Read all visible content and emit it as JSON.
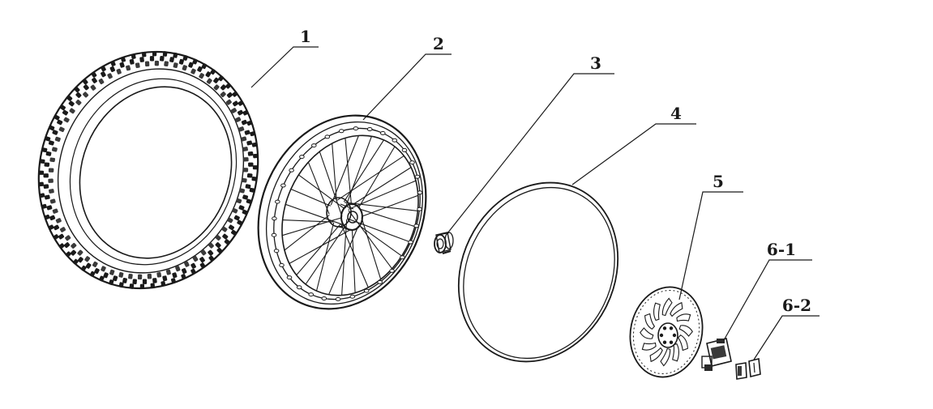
{
  "callouts": [
    {
      "id": "tire",
      "label": "1"
    },
    {
      "id": "wheel",
      "label": "2"
    },
    {
      "id": "hub-spacer",
      "label": "3"
    },
    {
      "id": "rim-strip",
      "label": "4"
    },
    {
      "id": "brake-disc",
      "label": "5"
    },
    {
      "id": "brake-caliper",
      "label": "6-1"
    },
    {
      "id": "brake-pads",
      "label": "6-2"
    }
  ],
  "colors": {
    "line": "#1a1a1a",
    "background": "#ffffff"
  }
}
